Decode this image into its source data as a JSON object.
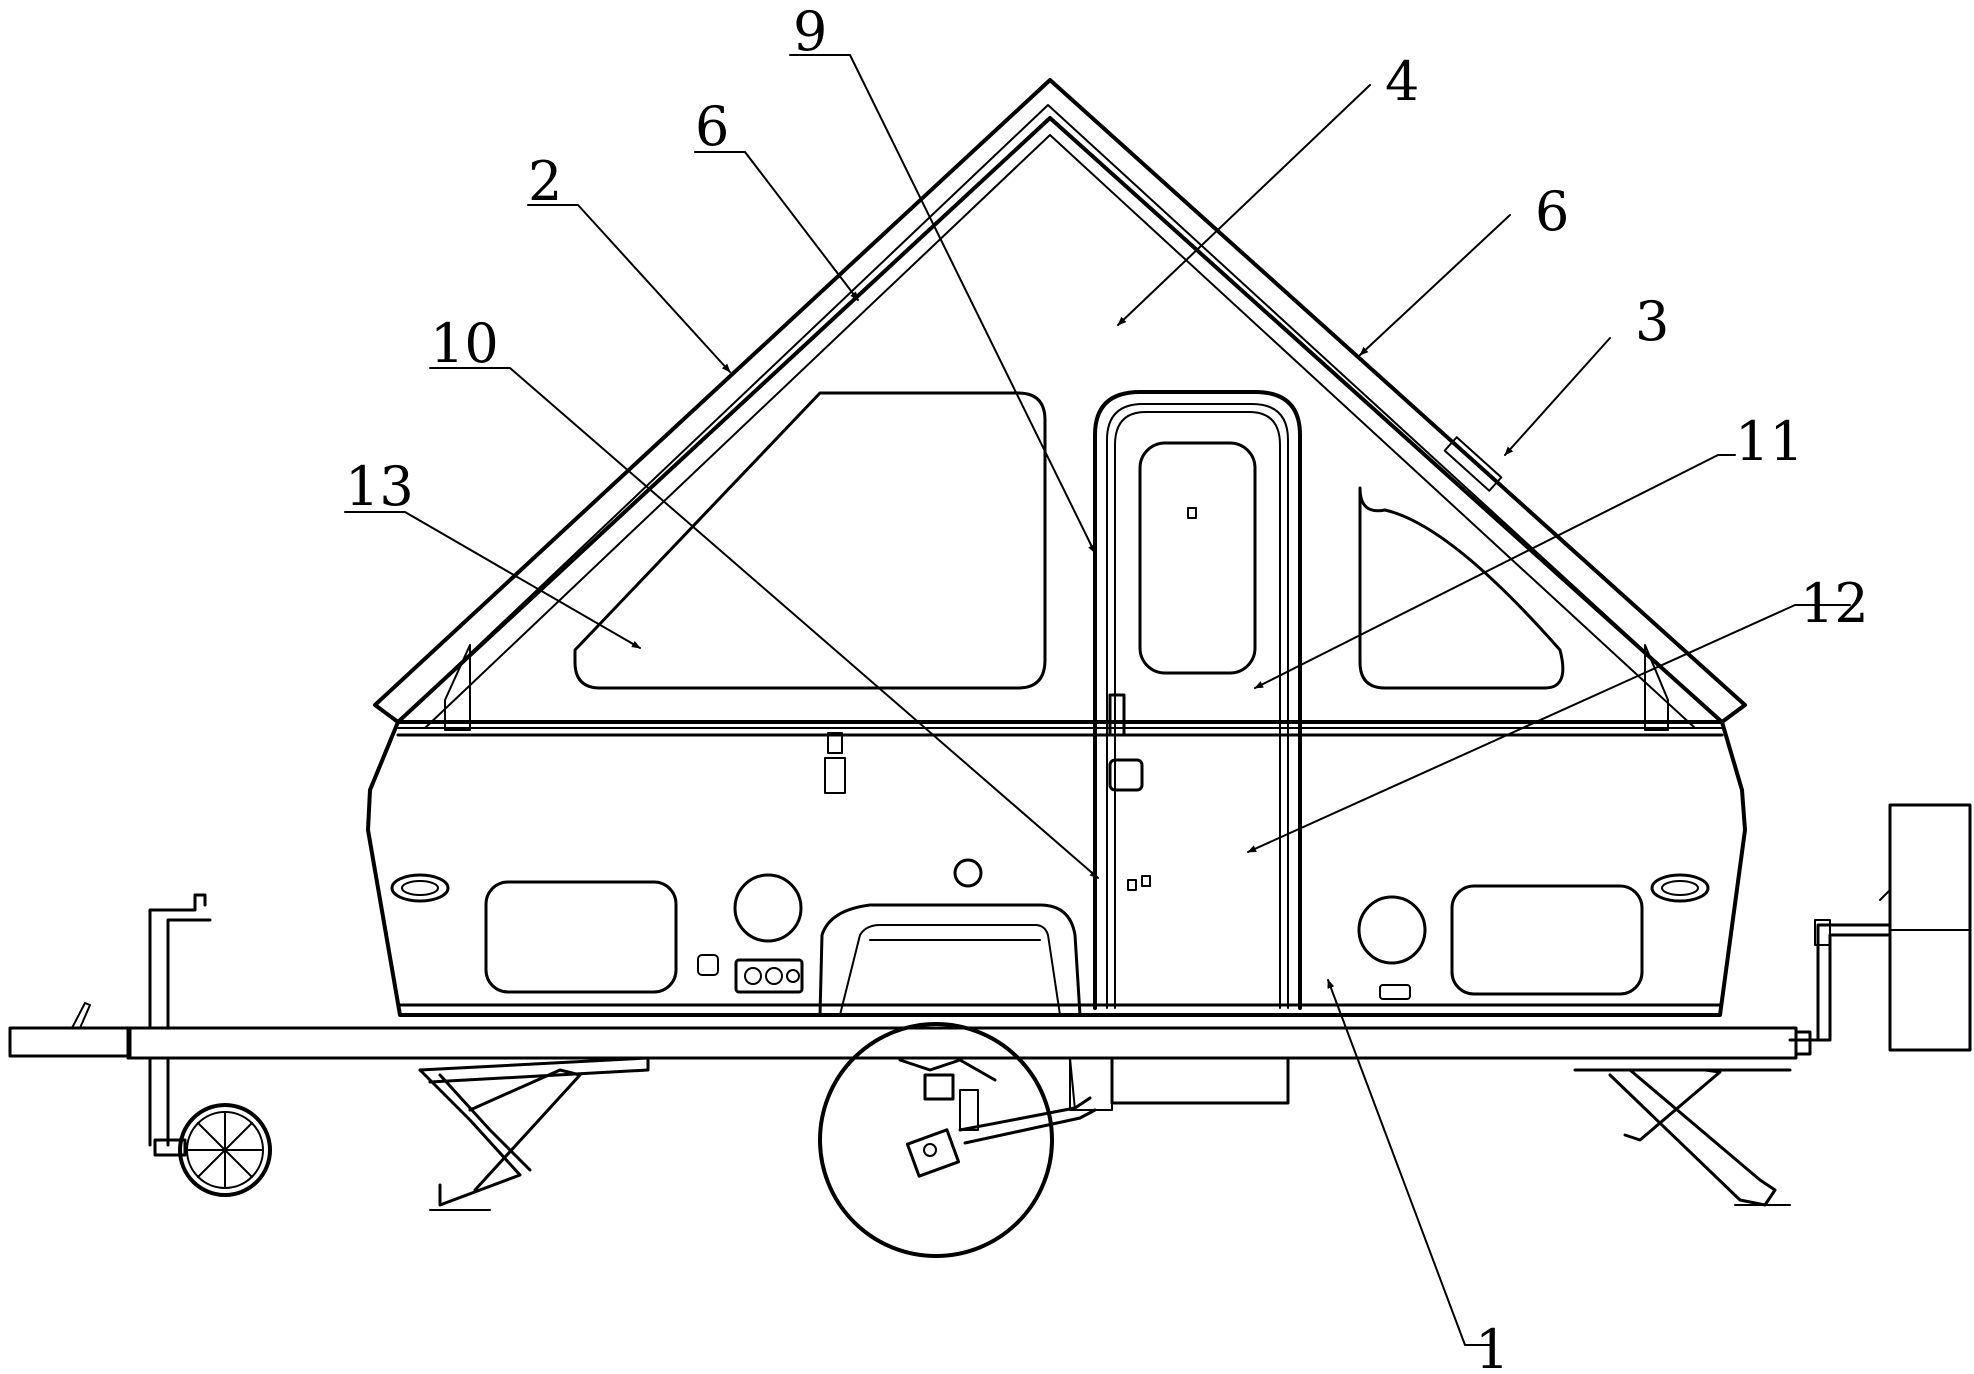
{
  "labels": {
    "l1": "1",
    "l2": "2",
    "l3": "3",
    "l4": "4",
    "l6a": "6",
    "l6b": "6",
    "l9": "9",
    "l10": "10",
    "l11": "11",
    "l12": "12",
    "l13": "13"
  }
}
